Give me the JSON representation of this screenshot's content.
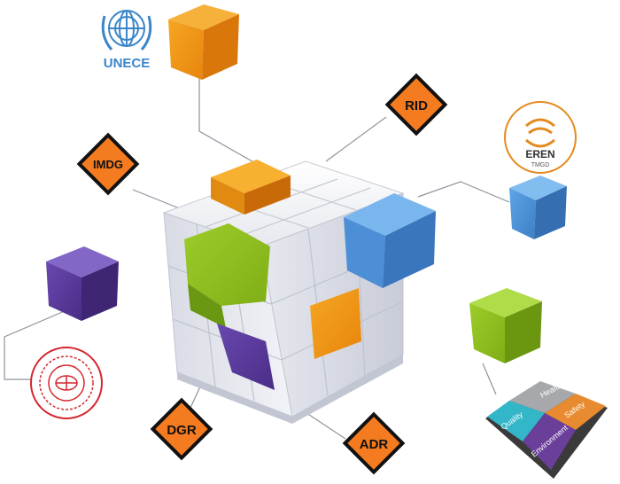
{
  "labels": {
    "unece": "UNECE",
    "rid": "RID",
    "imdg": "IMDG",
    "dgr": "DGR",
    "adr": "ADR",
    "eren_name": "EREN",
    "eren_sub": "TMGD"
  },
  "puzzle": {
    "health": "Health",
    "safety": "Safety",
    "quality": "Quality",
    "environment": "Environment"
  },
  "colors": {
    "orange": "#f39a1e",
    "placard_orange": "#f47b20",
    "blue": "#4d8fd6",
    "green": "#8cc220",
    "purple": "#5b3a9c",
    "un_blue": "#3b86c9",
    "seal_red": "#d6262d",
    "puzzle_gray": "#a6a8ab",
    "puzzle_orange": "#e88a2f",
    "puzzle_teal": "#34b6c9",
    "puzzle_purple": "#6a3f9a"
  }
}
